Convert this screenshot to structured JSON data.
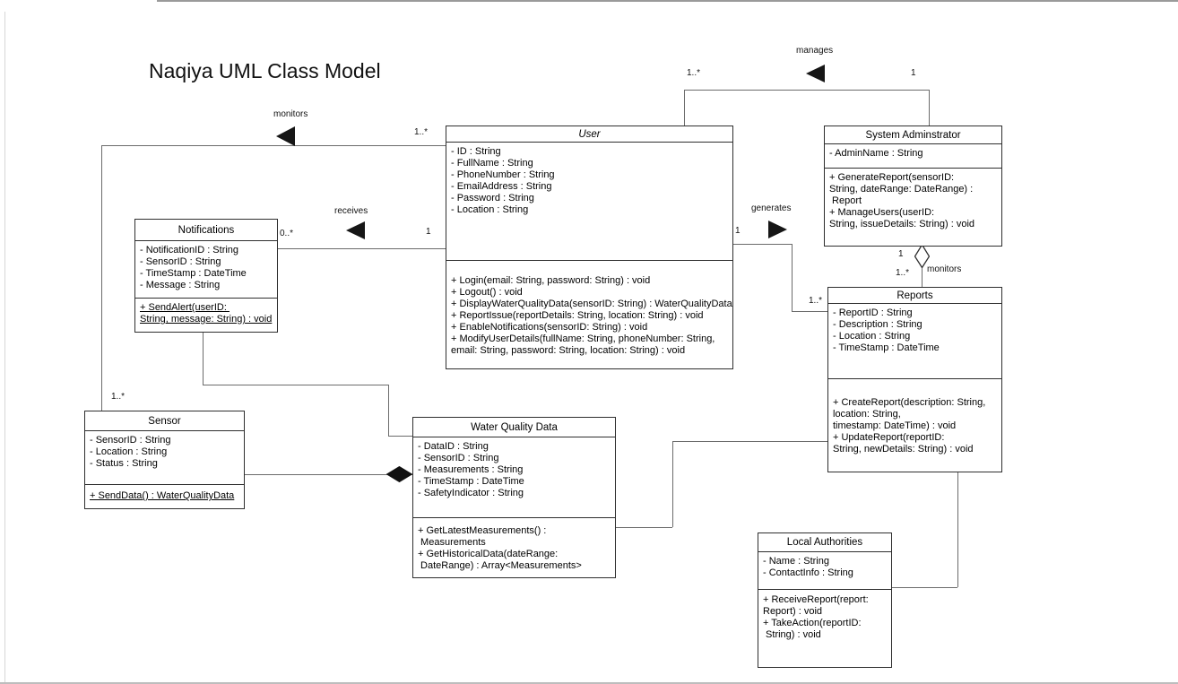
{
  "title": "Naqiya UML Class Model",
  "classes": {
    "user": {
      "title": "User",
      "attributes": [
        "- ID : String",
        "- FullName : String",
        "- PhoneNumber : String",
        "- EmailAddress : String",
        "- Password : String",
        "- Location : String"
      ],
      "methods": [
        "+ Login(email: String, password: String) : void",
        "+ Logout() : void",
        "+ DisplayWaterQualityData(sensorID: String) : WaterQualityData",
        "+ ReportIssue(reportDetails: String, location: String) : void",
        "+ EnableNotifications(sensorID: String) : void",
        "+ ModifyUserDetails(fullName: String, phoneNumber: String,",
        "email: String, password: String, location: String) : void"
      ]
    },
    "sysadmin": {
      "title": "System Adminstrator",
      "attributes": [
        "- AdminName : String"
      ],
      "methods": [
        "+ GenerateReport(sensorID:",
        "String, dateRange: DateRange) :",
        " Report",
        "+ ManageUsers(userID:",
        "String, issueDetails: String) : void"
      ]
    },
    "notifications": {
      "title": "Notifications",
      "attributes": [
        "- NotificationID : String",
        "- SensorID : String",
        "- TimeStamp : DateTime",
        "- Message : String"
      ],
      "methods": [
        "+ SendAlert(userID: ",
        "String, message: String) : void"
      ]
    },
    "sensor": {
      "title": "Sensor",
      "attributes": [
        "- SensorID : String",
        "- Location : String",
        "- Status : String"
      ],
      "methods": [
        "+ SendData() : WaterQualityData"
      ]
    },
    "wqd": {
      "title": "Water Quality Data",
      "attributes": [
        "- DataID : String",
        "- SensorID : String",
        "- Measurements : String",
        "- TimeStamp : DateTime",
        "- SafetyIndicator : String"
      ],
      "methods": [
        "+ GetLatestMeasurements() :",
        " Measurements",
        "+ GetHistoricalData(dateRange:",
        " DateRange) : Array<Measurements>"
      ]
    },
    "reports": {
      "title": "Reports",
      "attributes": [
        "- ReportID : String",
        "- Description : String",
        "- Location : String",
        "- TimeStamp : DateTime"
      ],
      "methods": [
        "+ CreateReport(description: String,",
        "location: String,",
        "timestamp: DateTime) : void",
        "+ UpdateReport(reportID:",
        "String, newDetails: String) : void"
      ]
    },
    "localauth": {
      "title": "Local Authorities",
      "attributes": [
        "- Name : String",
        "- ContactInfo : String"
      ],
      "methods": [
        "+ ReceiveReport(report:",
        "Report) : void",
        "+ TakeAction(reportID:",
        " String) : void"
      ]
    }
  },
  "relationships": {
    "monitors_sensors": {
      "label": "monitors",
      "user_end": "1..*",
      "sensor_end": "1..*"
    },
    "manages": {
      "label": "manages",
      "user_end": "1..*",
      "admin_end": "1"
    },
    "receives": {
      "label": "receives",
      "notifications_end": "0..*",
      "user_end": "1"
    },
    "generates": {
      "label": "generates",
      "user_end": "1",
      "reports_end": "1..*"
    },
    "monitors_reports": {
      "label": "monitors",
      "admin_end": "1",
      "reports_end": "1..*"
    }
  }
}
